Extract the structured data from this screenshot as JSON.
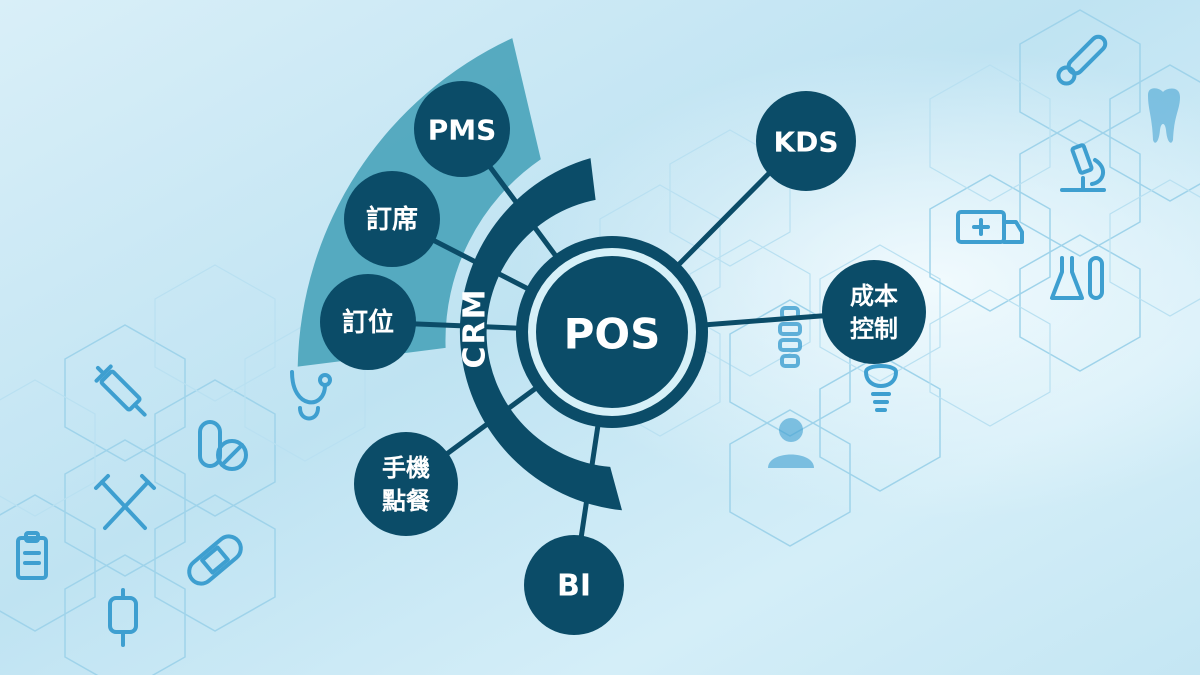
{
  "diagram": {
    "center": {
      "label": "POS"
    },
    "ring": {
      "label": "CRM"
    },
    "nodes": [
      {
        "id": "pms",
        "label": "PMS"
      },
      {
        "id": "booking",
        "label": "訂席"
      },
      {
        "id": "reservation",
        "label": "訂位"
      },
      {
        "id": "mobile-order",
        "line1": "手機",
        "line2": "點餐"
      },
      {
        "id": "bi",
        "label": "BI"
      },
      {
        "id": "kds",
        "label": "KDS"
      },
      {
        "id": "cost-control",
        "line1": "成本",
        "line2": "控制"
      }
    ]
  },
  "colors": {
    "node": "#0b4c68",
    "ring": "#0b4c68",
    "sector": "#4fa6bd",
    "center_outline": "#d6f0f8",
    "background_light": "#e7f5fb",
    "background_mid": "#bfe3f2",
    "hex_stroke": "#9fd3ea",
    "icon_stroke": "#3e9fd0"
  },
  "background_icons": [
    "syringe-icon",
    "pills-icon",
    "crutches-icon",
    "bandage-icon",
    "clipboard-icon",
    "iv-bag-icon",
    "stethoscope-icon",
    "thermometer-icon",
    "tooth-icon",
    "microscope-icon",
    "ambulance-icon",
    "test-tubes-icon",
    "spine-icon",
    "implant-icon",
    "doctor-icon"
  ]
}
